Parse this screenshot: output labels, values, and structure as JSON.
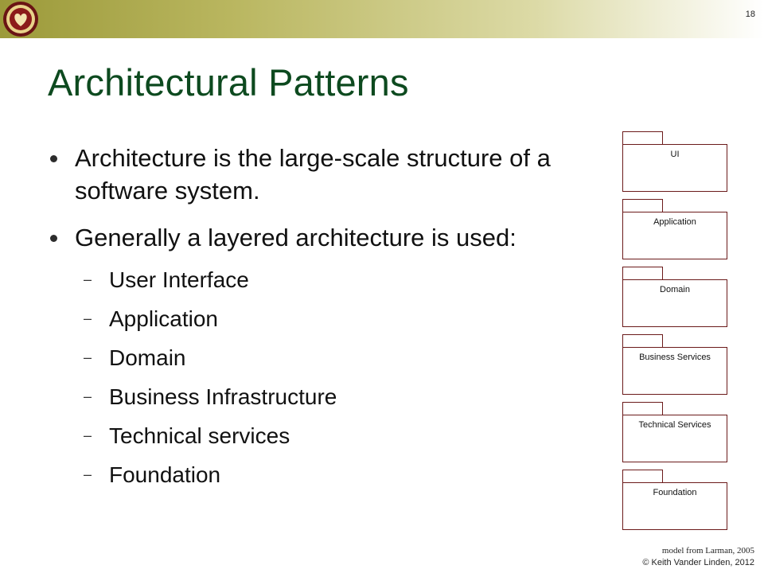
{
  "slide": {
    "number": "18",
    "title": "Architectural Patterns"
  },
  "bullets": [
    {
      "text": "Architecture is the large-scale structure of a software system."
    },
    {
      "text": "Generally a layered architecture is used:"
    }
  ],
  "layers": [
    "User Interface",
    "Application",
    "Domain",
    "Business Infrastructure",
    "Technical services",
    "Foundation"
  ],
  "diagram": {
    "packages": [
      "UI",
      "Application",
      "Domain",
      "Business Services",
      "Technical Services",
      "Foundation"
    ]
  },
  "footer": {
    "model_note": "model  from Larman,  2005",
    "copyright": "© Keith Vander Linden, 2012"
  },
  "colors": {
    "title": "#0d4a1f",
    "band_start": "#9c9a3a",
    "package_border": "#6b1a1a"
  },
  "icons": {
    "logo": "university-seal-logo",
    "bullet": "round-bullet",
    "sub_bullet": "en-dash"
  }
}
